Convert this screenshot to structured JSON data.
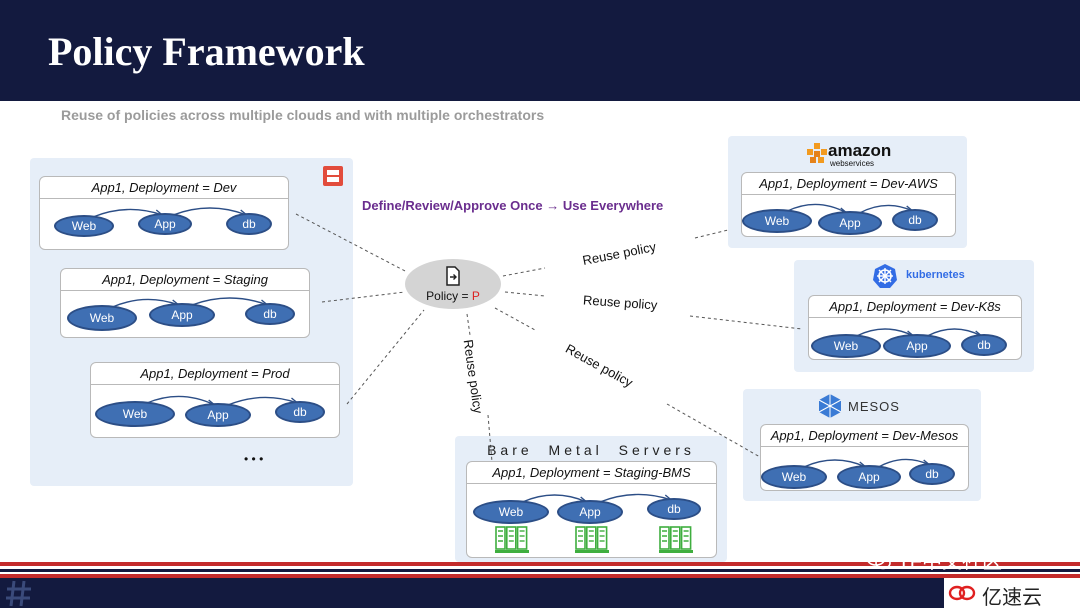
{
  "header": {
    "title": "Policy Framework",
    "subtitle": "Reuse of policies across multiple clouds and with multiple orchestrators"
  },
  "nodes": {
    "web": "Web",
    "app": "App",
    "db": "db"
  },
  "deployments": {
    "dev": "App1, Deployment = Dev",
    "staging": "App1, Deployment = Staging",
    "prod": "App1, Deployment = Prod",
    "bms": "App1, Deployment = Staging-BMS",
    "aws": "App1, Deployment = Dev-AWS",
    "k8s": "App1, Deployment = Dev-K8s",
    "mesos": "App1, Deployment = Dev-Mesos"
  },
  "ellipsis": "• • •",
  "policy": {
    "label": "Policy = ",
    "value": "P"
  },
  "define_text": "Define/Review/Approve Once → Use Everywhere",
  "reuse_label": "Reuse policy",
  "bare_metal_title": "Bare Metal Servers",
  "brands": {
    "amazon": "amazon",
    "amazon_sub": "webservices",
    "kubernetes": "kubernetes",
    "mesos": "MESOS"
  },
  "watermark": {
    "community": "TF中文社区",
    "site": "亿速云"
  },
  "colors": {
    "header_bg": "#131a3f",
    "region_bg": "#e6eef8",
    "node_fill": "#3f6fb3",
    "define_text": "#6a2d8e",
    "policy_p": "#dd2222",
    "server_green": "#3fae3f"
  }
}
